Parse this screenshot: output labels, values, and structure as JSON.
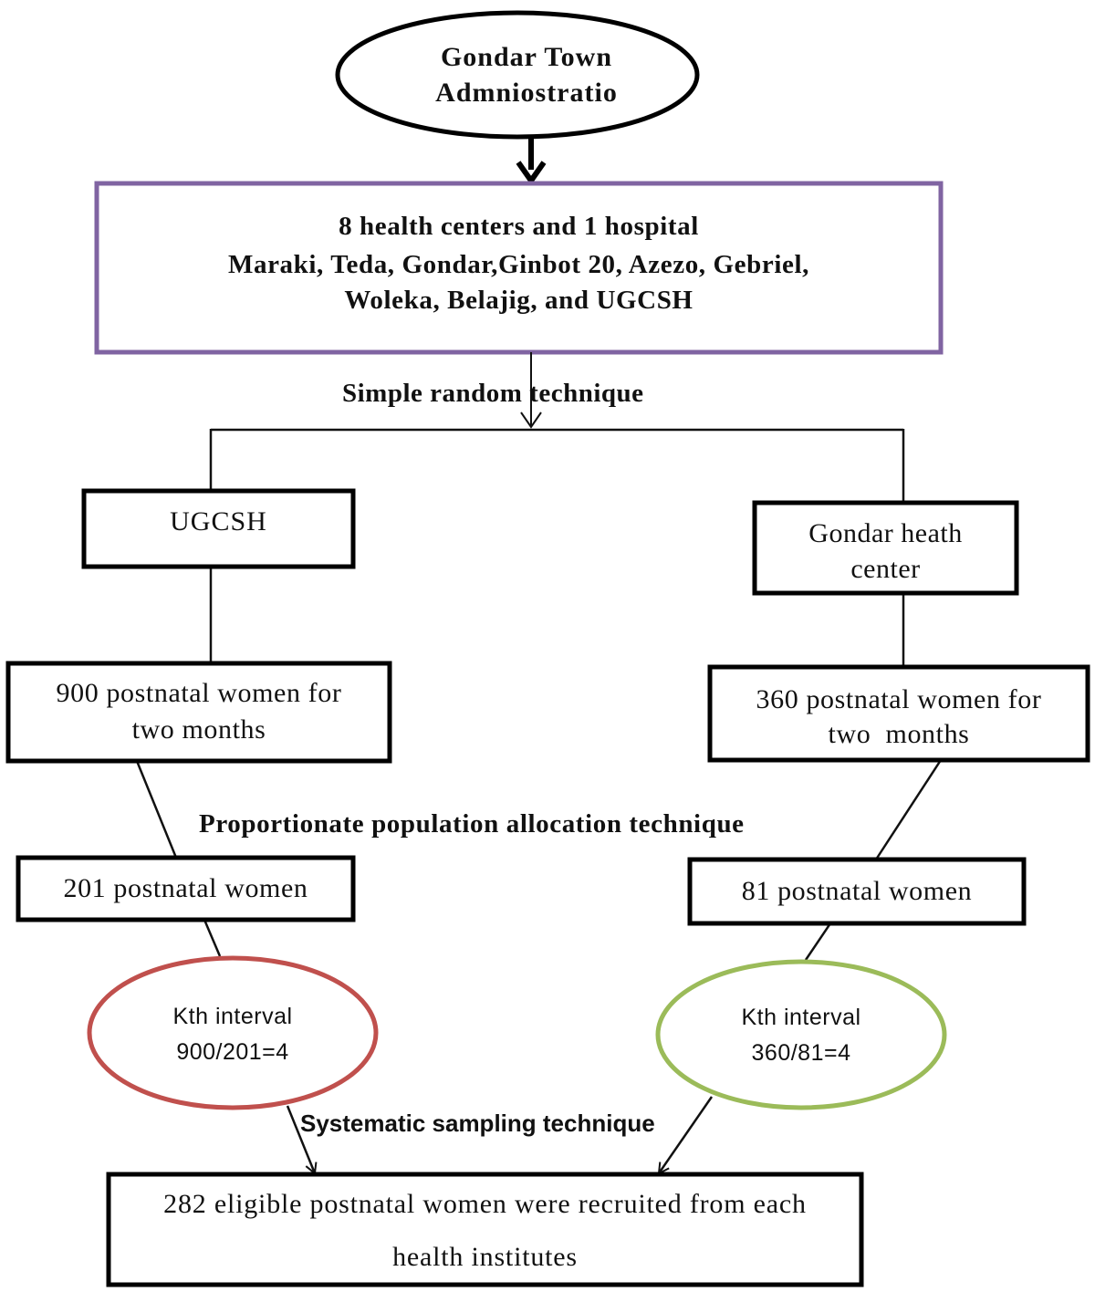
{
  "top": {
    "line1": "Gondar Town",
    "line2": "Admniostratio"
  },
  "facilities": {
    "title": "8 health centers and 1 hospital",
    "line2": "Maraki, Teda, Gondar,Ginbot 20, Azezo, Gebriel,",
    "line3": "Woleka, Belajig, and UGCSH",
    "border_color": "#8064a2"
  },
  "simple_random": "Simple random technique",
  "left": {
    "site": "UGCSH",
    "pop_line1": "900 postnatal women for",
    "pop_line2": "two months",
    "sample": "201 postnatal women",
    "interval_line1": "Kth interval",
    "interval_line2": "900/201=4",
    "ellipse_color": "#c0504d"
  },
  "right": {
    "site_line1": "Gondar heath",
    "site_line2": "center",
    "pop_line1": "360 postnatal women for",
    "pop_line2": "two  months",
    "sample": "81 postnatal women",
    "interval_line1": "Kth interval",
    "interval_line2": "360/81=4",
    "ellipse_color": "#9bbb59"
  },
  "proportionate": "Proportionate population allocation technique",
  "systematic": "Systematic sampling technique",
  "final": {
    "line1": "282 eligible postnatal women were recruited from each",
    "line2": "health institutes"
  }
}
